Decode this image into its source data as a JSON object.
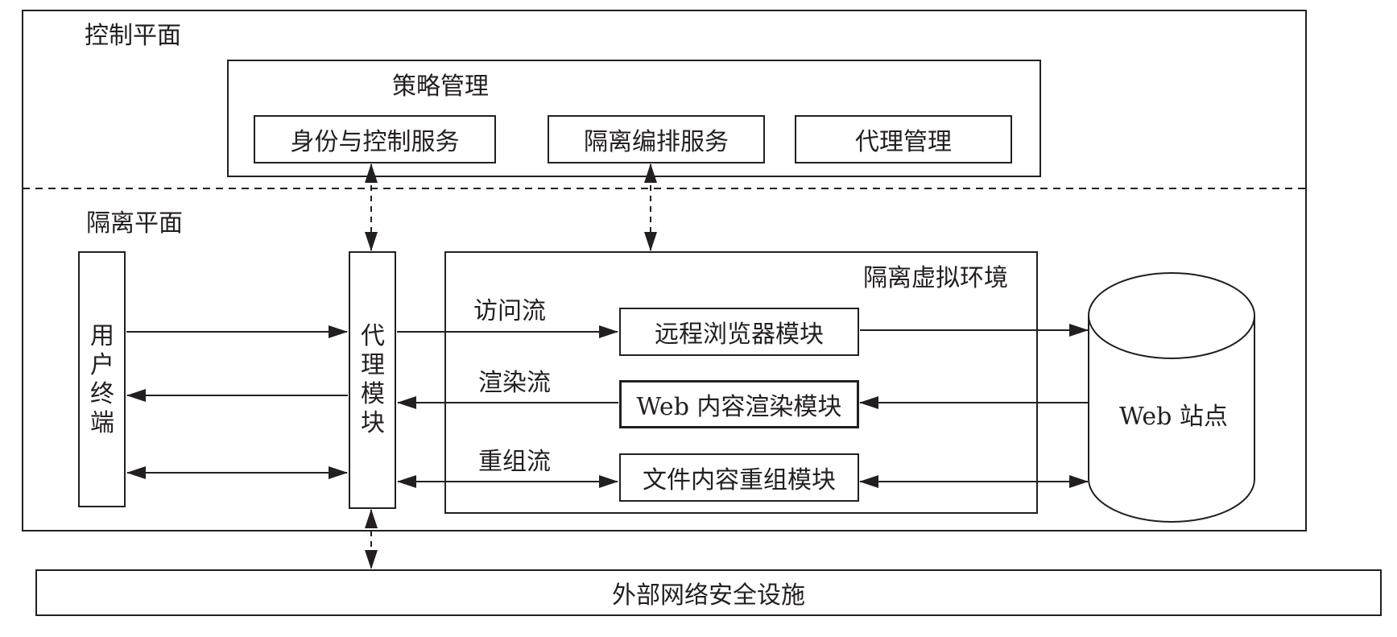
{
  "control_plane": {
    "label": "控制平面",
    "policy_management": {
      "label": "策略管理",
      "services": [
        "身份与控制服务",
        "隔离编排服务",
        "代理管理"
      ]
    }
  },
  "isolation_plane": {
    "label": "隔离平面",
    "user_terminal": "用户终端",
    "proxy_module": "代理模块",
    "virtual_env": {
      "label": "隔离虚拟环境",
      "modules": [
        "远程浏览器模块",
        "Web 内容渲染模块",
        "文件内容重组模块"
      ]
    },
    "flows": [
      "访问流",
      "渲染流",
      "重组流"
    ],
    "web_site": "Web 站点"
  },
  "external": "外部网络安全设施",
  "colors": {
    "line": "#231f20",
    "background": "#ffffff"
  }
}
